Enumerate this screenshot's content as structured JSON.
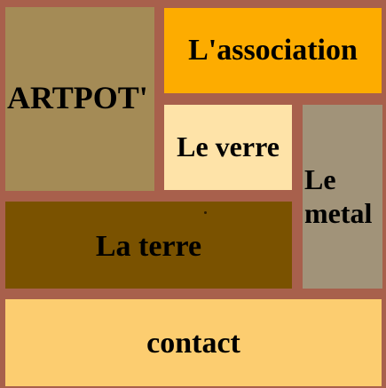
{
  "tiles": {
    "artpot": {
      "label": "ARTPOT'",
      "color": "#a48b56"
    },
    "association": {
      "label": "L'association",
      "color": "#fdac00"
    },
    "verre": {
      "label": "Le verre",
      "color": "#fee3a8"
    },
    "metal": {
      "label_line1": "Le",
      "label_line2": "metal",
      "color": "#a19379"
    },
    "terre": {
      "label": "La terre",
      "color": "#7a5200"
    },
    "contact": {
      "label": "contact",
      "color": "#fccd70"
    }
  },
  "background_color": "#a8604c"
}
